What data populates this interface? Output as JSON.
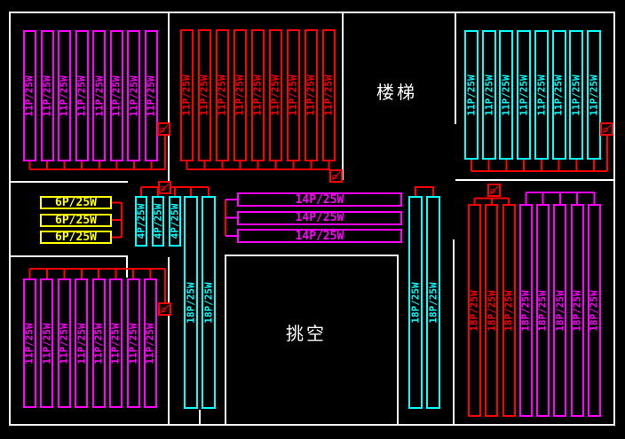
{
  "rooms": {
    "stairs": "楼梯",
    "void_space": "挑空"
  },
  "groups": {
    "top_left": [
      "11P/25W",
      "11P/25W",
      "11P/25W",
      "11P/25W",
      "11P/25W",
      "11P/25W",
      "11P/25W",
      "11P/25W"
    ],
    "top_middle": [
      "11P/25W",
      "11P/25W",
      "11P/25W",
      "11P/25W",
      "11P/25W",
      "11P/25W",
      "11P/25W",
      "11P/25W",
      "11P/25W"
    ],
    "top_right": [
      "11P/25W",
      "11P/25W",
      "11P/25W",
      "11P/25W",
      "11P/25W",
      "11P/25W",
      "11P/25W",
      "11P/25W"
    ],
    "bottom_left": [
      "11P/25W",
      "11P/25W",
      "11P/25W",
      "11P/25W",
      "11P/25W",
      "11P/25W",
      "11P/25W",
      "11P/25W"
    ],
    "bottom_right": [
      {
        "label": "18P/25W",
        "color": "red"
      },
      {
        "label": "18P/25W",
        "color": "red"
      },
      {
        "label": "18P/25W",
        "color": "red"
      },
      {
        "label": "18P/25W",
        "color": "magenta"
      },
      {
        "label": "18P/25W",
        "color": "magenta"
      },
      {
        "label": "18P/25W",
        "color": "magenta"
      },
      {
        "label": "18P/25W",
        "color": "magenta"
      },
      {
        "label": "18P/25W",
        "color": "magenta"
      }
    ],
    "mid_small_cyan": [
      "4P/25W",
      "4P/25W",
      "4P/25W"
    ],
    "tall_left_pair": [
      "18P/25W",
      "18P/25W"
    ],
    "tall_right_pair": [
      "18P/25W",
      "18P/25W"
    ],
    "center_rows": [
      "14P/25W",
      "14P/25W",
      "14P/25W"
    ],
    "yellow_rows": [
      "6P/25W",
      "6P/25W",
      "6P/25W"
    ]
  },
  "icons": {
    "valve": "valve-icon"
  },
  "colors": {
    "magenta": "#ff00ff",
    "red": "#ff0000",
    "cyan": "#00ffff",
    "yellow": "#ffff00",
    "wall": "#ffffff",
    "background": "#000000"
  }
}
